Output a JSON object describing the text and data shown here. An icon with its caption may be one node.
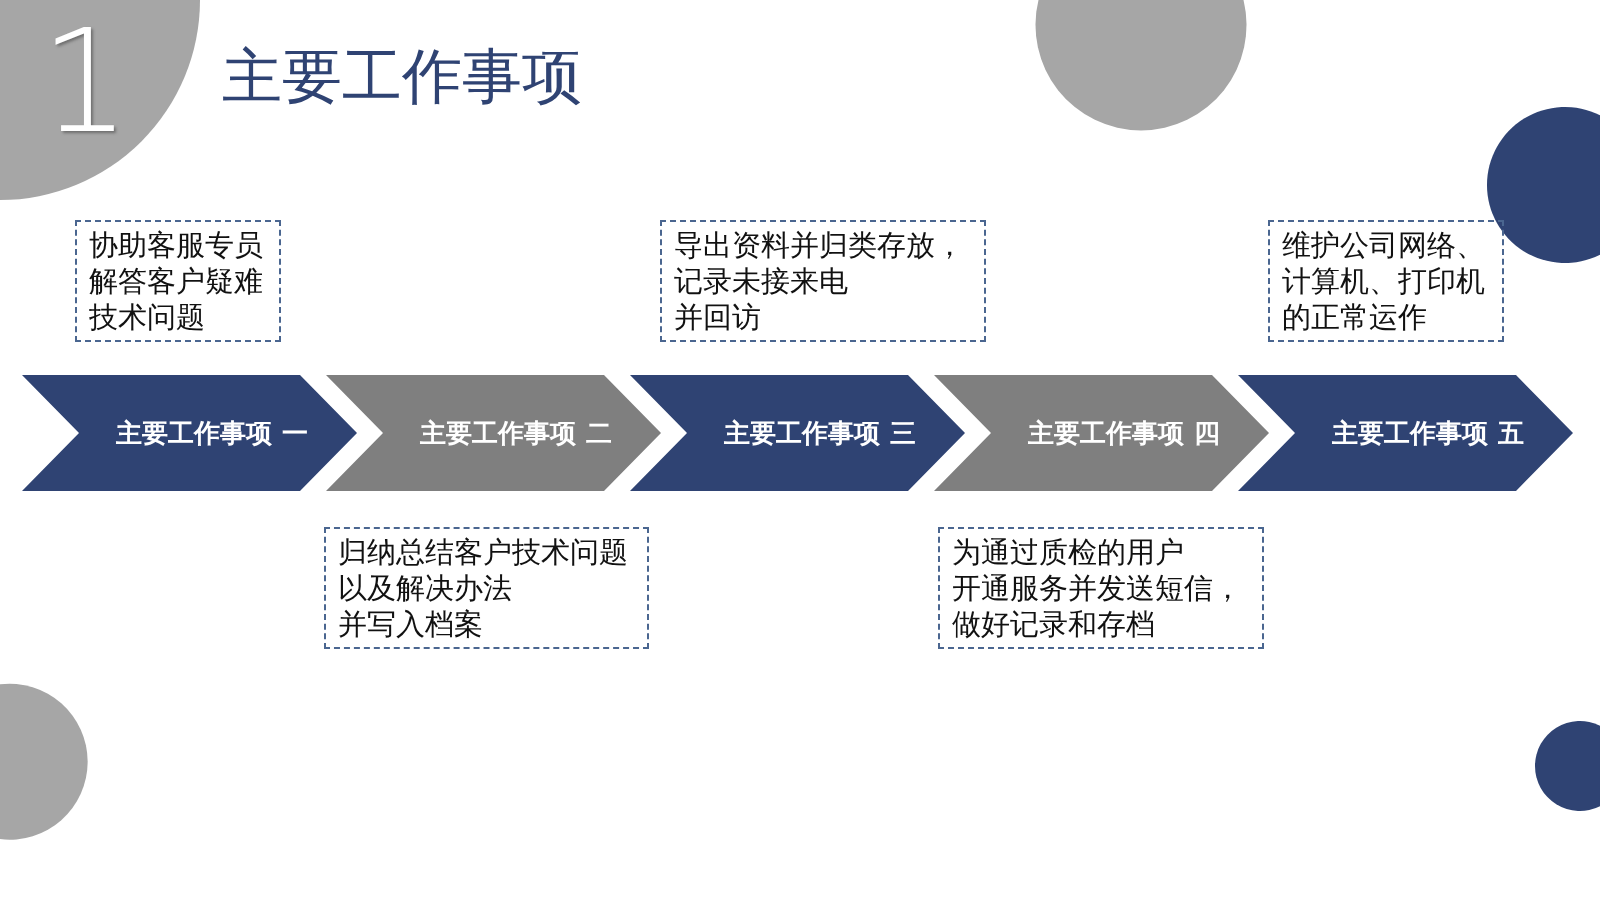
{
  "diagram": {
    "title": "主要工作事项",
    "nodes": [
      {
        "text": [
          "协助客服专员解答客户疑难技术问题"
        ]
      },
      {
        "text": [
          "导出资料并归类存放，记录未接来电并回访"
        ]
      },
      {
        "text": [
          "维护公司网络、计算机、打印机的正常运作"
        ]
      },
      {
        "text": [
          "主要工作事项 一"
        ]
      },
      {
        "text": [
          "主要工作事项 二"
        ]
      },
      {
        "text": [
          "主要工作事项 三"
        ]
      },
      {
        "text": [
          "主要工作事项 四"
        ]
      },
      {
        "text": [
          "主要工作事项 五"
        ]
      },
      {
        "text": [
          "归纳总结客户技术问题以及解决办法并写入档案"
        ]
      },
      {
        "text": [
          "为通过质检的用户开通服务并发送短信，做好记录和存档"
        ]
      }
    ],
    "labels": [
      "1"
    ]
  }
}
